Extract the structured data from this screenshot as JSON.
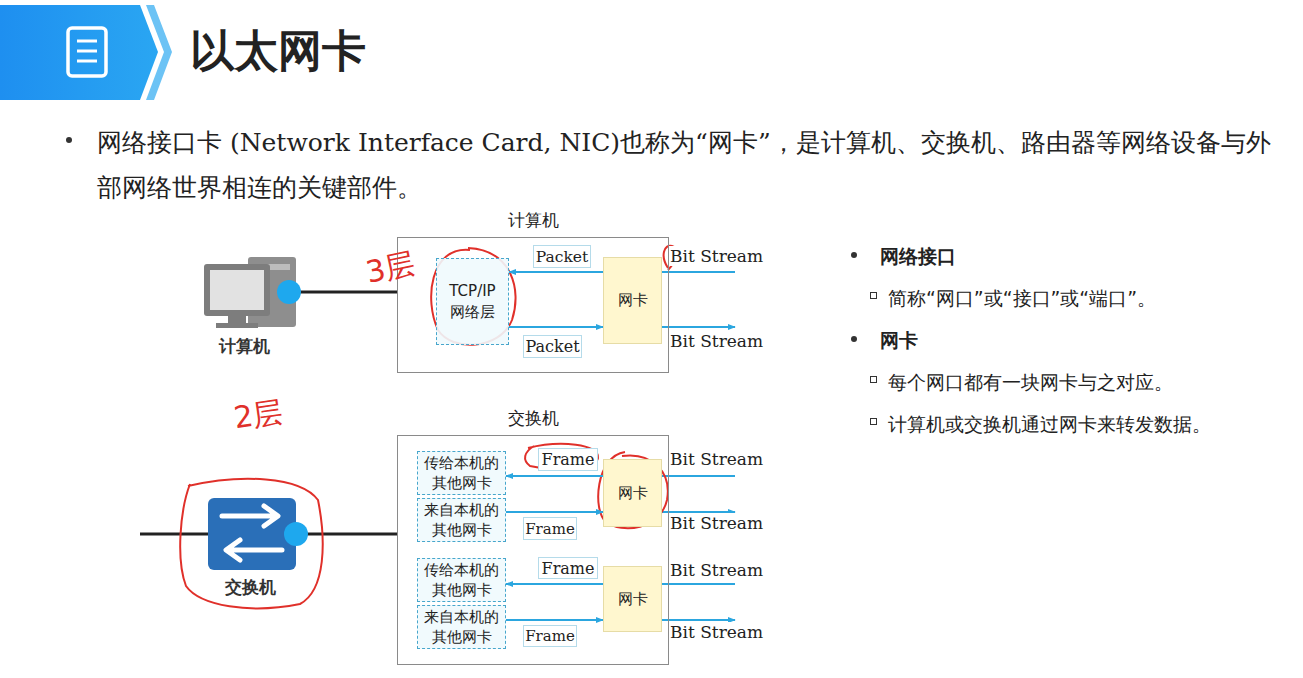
{
  "diagram": {
    "title": "以太网卡",
    "nodes": [
      {
        "text": [
          "计算机"
        ]
      },
      {
        "text": [
          "TCP/IP 网络层"
        ],
        "in": 0
      },
      {
        "text": [
          "网卡"
        ],
        "in": 0
      },
      {
        "text": [
          "Packet"
        ],
        "in": 0
      },
      {
        "text": [
          "Packet"
        ],
        "in": 0
      },
      {
        "text": [
          "交换机"
        ]
      },
      {
        "text": [
          "传给本机的 其他网卡"
        ],
        "in": 5
      },
      {
        "text": [
          "来自本机的 其他网卡"
        ],
        "in": 5
      },
      {
        "text": [
          "传给本机的 其他网卡"
        ],
        "in": 5
      },
      {
        "text": [
          "来自本机的 其他网卡"
        ],
        "in": 5
      },
      {
        "text": [
          "网卡"
        ],
        "in": 5
      },
      {
        "text": [
          "网卡"
        ],
        "in": 5
      },
      {
        "text": [
          "Frame"
        ],
        "in": 5
      },
      {
        "text": [
          "Frame"
        ],
        "in": 5
      },
      {
        "text": [
          "Frame"
        ],
        "in": 5
      },
      {
        "text": [
          "Frame"
        ],
        "in": 5
      }
    ],
    "edges": [
      {
        "from": 2,
        "to": 1,
        "arrow": "to"
      },
      {
        "from": 1,
        "to": 2,
        "arrow": "to"
      },
      {
        "from": 10,
        "to": 6,
        "arrow": "to"
      },
      {
        "from": 7,
        "to": 10,
        "arrow": "to"
      },
      {
        "from": 11,
        "to": 8,
        "arrow": "to"
      },
      {
        "from": 9,
        "to": 11,
        "arrow": "to"
      }
    ],
    "labels": [
      "网络接口卡 (Network Interface Card, NIC)也称为“网卡”，是计算机、交换机、路由器等网络设备与外部网络世界相连的关键部件。",
      "Bit Stream",
      "Bit Stream",
      "Bit Stream",
      "Bit Stream",
      "Bit Stream",
      "Bit Stream",
      "3层",
      "2层",
      "计算机",
      "交换机",
      "网络接口",
      "简称“网口”或“接口”或“端口”。",
      "网卡",
      "每个网口都有一块网卡与之对应。",
      "计算机或交换机通过网卡来转发数据。"
    ]
  }
}
